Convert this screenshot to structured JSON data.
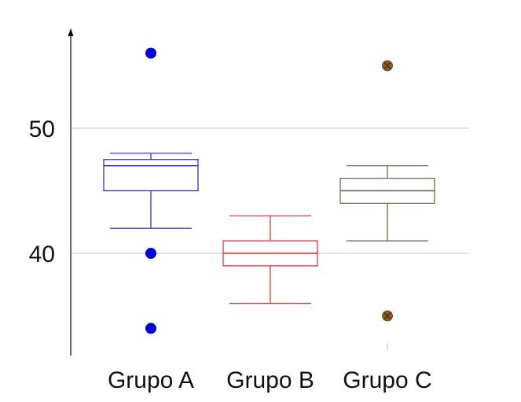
{
  "chart_data": {
    "type": "box",
    "title": "",
    "xlabel": "",
    "ylabel": "",
    "ylim": [
      31.7,
      57.8
    ],
    "yticks": [
      40,
      50
    ],
    "ytick_labels": [
      "40",
      "50"
    ],
    "grid": "horizontal",
    "categories": [
      "Grupo A",
      "Grupo B",
      "Grupo C"
    ],
    "series": [
      {
        "category": "Grupo A",
        "color": "#2222cc",
        "outlier_color": "#0000dd",
        "min": 42,
        "q1": 45,
        "median": 47,
        "q3": 47.5,
        "max": 48,
        "outliers": [
          56,
          40,
          34
        ]
      },
      {
        "category": "Grupo B",
        "color": "#ee2222",
        "outlier_color": "#ee2222",
        "min": 36,
        "q1": 39,
        "median": 40,
        "q3": 41,
        "max": 43,
        "outliers": []
      },
      {
        "category": "Grupo C",
        "color": "#7a5a3a",
        "outlier_color": "#8b5a2b",
        "min": 41,
        "q1": 44,
        "median": 45,
        "q3": 46,
        "max": 47,
        "outliers": [
          55,
          35
        ]
      }
    ]
  }
}
